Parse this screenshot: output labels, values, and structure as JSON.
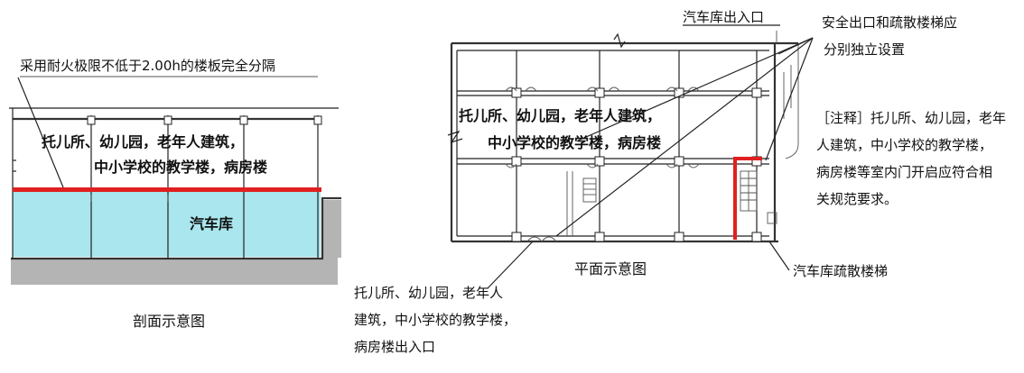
{
  "section_view": {
    "top_note": "采用耐火极限不低于2.00h的楼板完全分隔",
    "upper_label_line1": "托儿所、幼儿园，老年人建筑，",
    "upper_label_line2": "中小学校的教学楼，病房楼",
    "garage_label": "汽车库",
    "caption": "剖面示意图",
    "colors": {
      "fire_floor": "#e02020",
      "garage_fill": "#a9e6ee",
      "ground": "#b4b4b4"
    }
  },
  "plan_view": {
    "garage_entrance": "汽车库出入口",
    "exits_note_line1": "安全出口和疏散楼梯应",
    "exits_note_line2": "分别独立设置",
    "center_label_line1": "托儿所、幼儿园，老年人建筑，",
    "center_label_line2": "中小学校的教学楼，病房楼",
    "remark_lines": [
      "［注释］托儿所、幼儿园，老年",
      "人建筑，中小学校的教学楼，",
      "病房楼等室内门开启应符合相",
      "关规范要求。"
    ],
    "garage_stair_label": "汽车库疏散楼梯",
    "building_exit_lines": [
      "托儿所、幼儿园，老年人",
      "建筑，中小学校的教学楼，",
      "病房楼出入口"
    ],
    "caption": "平面示意图",
    "colors": {
      "stair_wall": "#e02020"
    }
  }
}
